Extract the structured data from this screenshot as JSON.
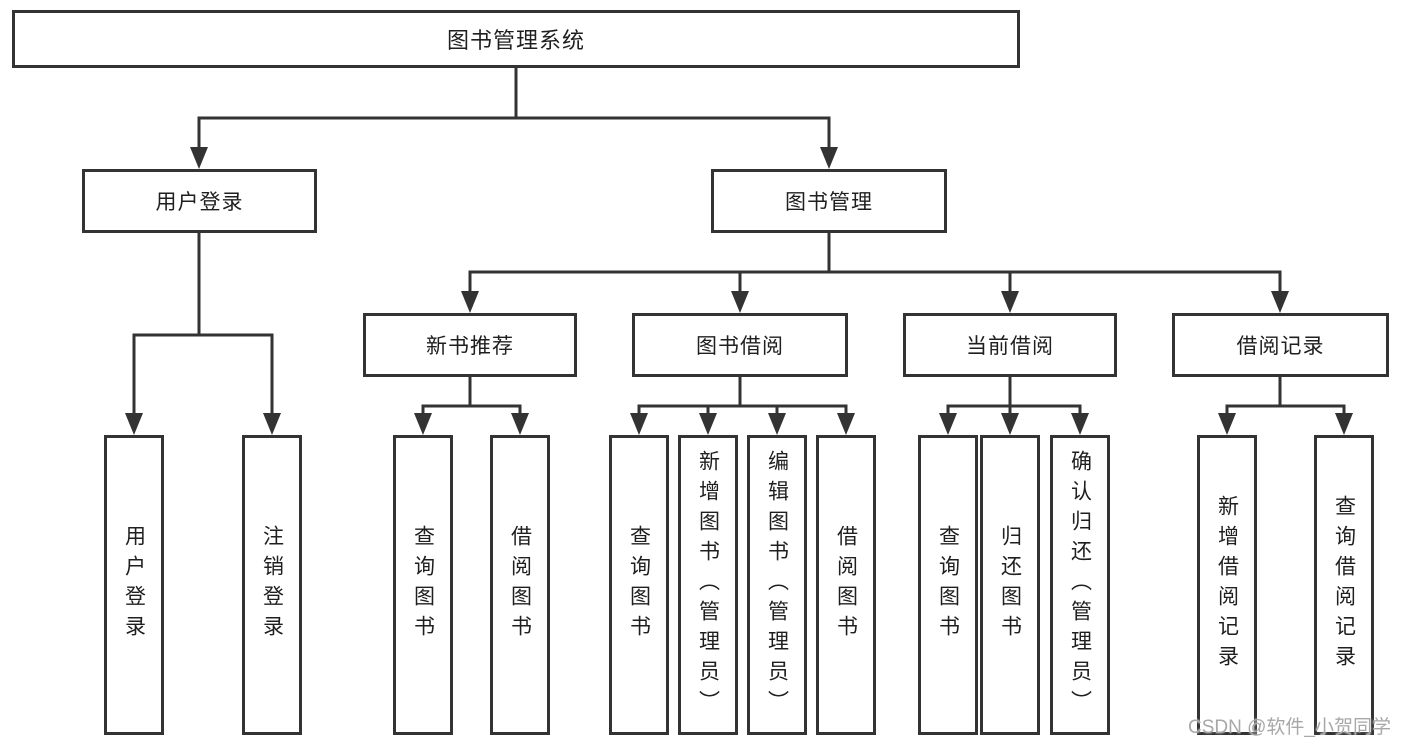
{
  "diagram": {
    "title": "图书管理系统",
    "nodes": {
      "root": "图书管理系统",
      "login": "用户登录",
      "mgmt": "图书管理",
      "l3": [
        "新书推荐",
        "图书借阅",
        "当前借阅",
        "借阅记录"
      ],
      "leaves_login": [
        "用户登录",
        "注销登录"
      ],
      "leaves_recommend": [
        "查询图书",
        "借阅图书"
      ],
      "leaves_borrow": [
        "查询图书",
        "新增图书（管理员）",
        "编辑图书（管理员）",
        "借阅图书"
      ],
      "leaves_current": [
        "查询图书",
        "归还图书",
        "确认归还（管理员）"
      ],
      "leaves_records": [
        "新增借阅记录",
        "查询借阅记录"
      ]
    },
    "colors": {
      "line": "#333333",
      "text": "#1f1f1f",
      "background": "#ffffff",
      "watermark_text": "#a8a8a8"
    }
  },
  "watermark": "CSDN @软件_小贺同学"
}
